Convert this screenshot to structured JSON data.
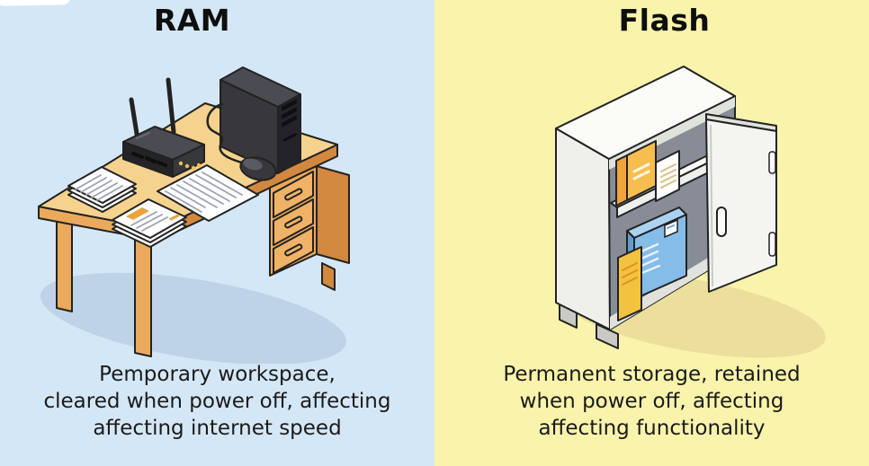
{
  "panels": {
    "left": {
      "title": "RAM",
      "caption_lines": [
        "Pemporary workspace,",
        "cleared when power off, affecting",
        "affecting internet speed"
      ],
      "illustration": "isometric-desk-with-computer-router-and-papers"
    },
    "right": {
      "title": "Flash",
      "caption_lines": [
        "Permanent storage, retained",
        "when power off, affecting",
        "affecting functionality"
      ],
      "illustration": "isometric-storage-cabinet-with-folders"
    }
  },
  "colors": {
    "left_bg": "#d4e7f6",
    "right_bg": "#f9f3ab",
    "ink": "#1e1e1e",
    "outline": "#222222",
    "desk_top": "#f5d28d",
    "desk_edge": "#eaa95d",
    "desk_side": "#d2883f",
    "drawer_face": "#efb267",
    "device_dark": "#37373c",
    "device_darker": "#242428",
    "device_top": "#4b4b53",
    "led_yellow": "#f2c04a",
    "paper": "#ffffff",
    "paper_line": "#9ba3b2",
    "accent_orange": "#e9a43e",
    "shadow_left": "#bed3e7",
    "cabinet_face": "#efefeb",
    "cabinet_top": "#fbfbf8",
    "cabinet_interior": "#878c97",
    "cabinet_shelf": "#e2e2dd",
    "door": "#f4f4f1",
    "foot_gray": "#c9c9c5",
    "folder_orange": "#f0a43a",
    "folder_light_orange": "#f7bd4e",
    "folder_yellow": "#f3c23e",
    "binder_blue": "#85bce8",
    "binder_blue_dark": "#5e9dd0",
    "binder_blue_light": "#abd3f1",
    "shadow_right": "#ecdf9d"
  }
}
